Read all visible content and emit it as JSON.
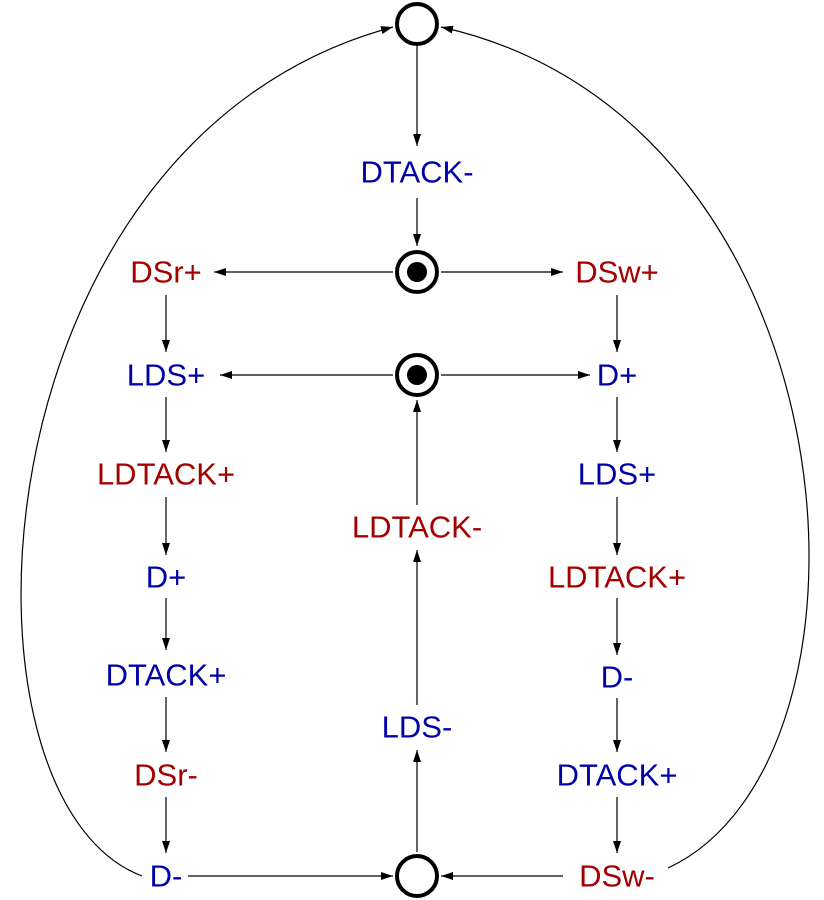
{
  "colors": {
    "input": "#a40000",
    "output": "#0000a8",
    "line": "#000000"
  },
  "places": [
    {
      "id": "p_top",
      "tokens": 0
    },
    {
      "id": "p_choice",
      "tokens": 1
    },
    {
      "id": "p_mid",
      "tokens": 1
    },
    {
      "id": "p_bottom",
      "tokens": 0
    }
  ],
  "transitions": {
    "dtack_minus": "DTACK-",
    "dsr_plus": "DSr+",
    "dsw_plus": "DSw+",
    "lds_plus_read": "LDS+",
    "d_plus_write": "D+",
    "ldtack_plus_read": "LDTACK+",
    "lds_plus_write": "LDS+",
    "ldtack_minus": "LDTACK-",
    "d_plus_read": "D+",
    "ldtack_plus_write": "LDTACK+",
    "dtack_plus_read": "DTACK+",
    "d_minus_write": "D-",
    "lds_minus": "LDS-",
    "dsr_minus": "DSr-",
    "dtack_plus_write": "DTACK+",
    "d_minus_read": "D-",
    "dsw_minus": "DSw-"
  }
}
